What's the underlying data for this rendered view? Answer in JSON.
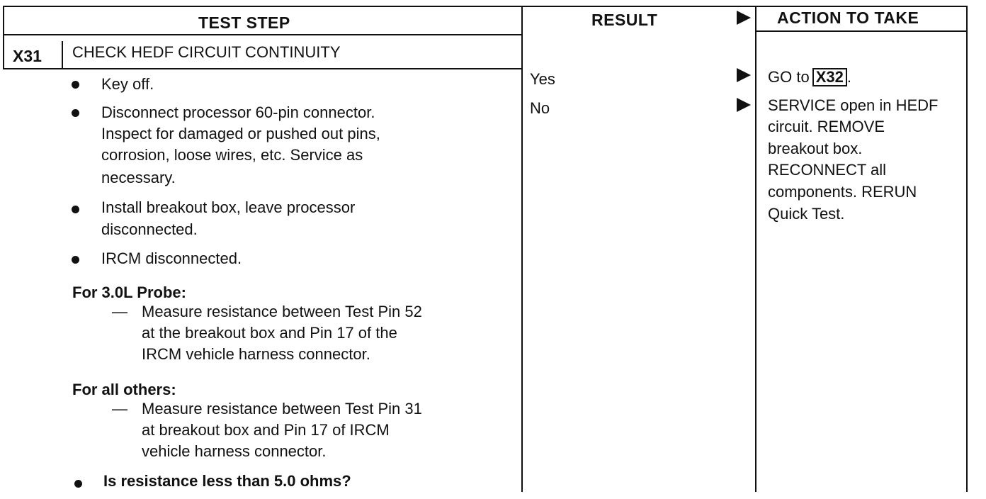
{
  "header": {
    "test_step": "TEST STEP",
    "result": "RESULT",
    "action": "ACTION TO TAKE"
  },
  "step": {
    "id": "X31",
    "title": "CHECK HEDF CIRCUIT CONTINUITY"
  },
  "instructions": {
    "b1": "Key off.",
    "b2_l1": "Disconnect processor 60-pin connector.",
    "b2_l2": "Inspect for damaged or pushed out pins,",
    "b2_l3": "corrosion, loose wires, etc. Service as",
    "b2_l4": "necessary.",
    "b3_l1": "Install breakout box, leave processor",
    "b3_l2": "disconnected.",
    "b4": "IRCM disconnected.",
    "probe_heading": "For 3.0L Probe:",
    "probe_dash": "—",
    "probe_l1": "Measure resistance between Test Pin 52",
    "probe_l2": "at the breakout box and Pin 17 of the",
    "probe_l3": "IRCM vehicle harness connector.",
    "others_heading": "For all others:",
    "others_dash": "—",
    "others_l1": "Measure resistance between Test Pin 31",
    "others_l2": "at breakout box and Pin 17 of IRCM",
    "others_l3": "vehicle harness connector.",
    "question": "Is resistance less than 5.0 ohms?"
  },
  "results": {
    "yes": "Yes",
    "no": "No"
  },
  "actions": {
    "yes_prefix": "GO to",
    "yes_ref": "X32",
    "yes_suffix": ".",
    "no_l1": "SERVICE open in HEDF",
    "no_l2": "circuit. REMOVE",
    "no_l3": "breakout box.",
    "no_l4": "RECONNECT all",
    "no_l5": "components. RERUN",
    "no_l6": "Quick Test."
  }
}
